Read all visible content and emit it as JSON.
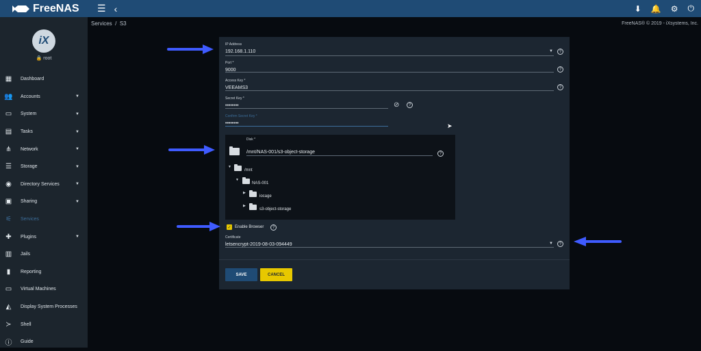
{
  "app": {
    "name": "FreeNAS",
    "copyright": "FreeNAS® © 2019 - iXsystems, Inc."
  },
  "user": {
    "brand": "iX",
    "name": "root"
  },
  "breadcrumb": {
    "parent": "Services",
    "sep": "/",
    "current": "S3"
  },
  "nav": [
    {
      "label": "Dashboard",
      "icon": "dashboard-icon",
      "caret": ""
    },
    {
      "label": "Accounts",
      "icon": "accounts-icon",
      "caret": "▼"
    },
    {
      "label": "System",
      "icon": "system-icon",
      "caret": "▼"
    },
    {
      "label": "Tasks",
      "icon": "tasks-icon",
      "caret": "▼"
    },
    {
      "label": "Network",
      "icon": "network-icon",
      "caret": "▼"
    },
    {
      "label": "Storage",
      "icon": "storage-icon",
      "caret": "▼"
    },
    {
      "label": "Directory Services",
      "icon": "directory-services-icon",
      "caret": "▼"
    },
    {
      "label": "Sharing",
      "icon": "sharing-icon",
      "caret": "▼"
    },
    {
      "label": "Services",
      "icon": "services-icon",
      "caret": ""
    },
    {
      "label": "Plugins",
      "icon": "plugins-icon",
      "caret": "▼"
    },
    {
      "label": "Jails",
      "icon": "jails-icon",
      "caret": ""
    },
    {
      "label": "Reporting",
      "icon": "reporting-icon",
      "caret": ""
    },
    {
      "label": "Virtual Machines",
      "icon": "virtual-machines-icon",
      "caret": ""
    },
    {
      "label": "Display System Processes",
      "icon": "processes-icon",
      "caret": ""
    },
    {
      "label": "Shell",
      "icon": "shell-icon",
      "caret": ""
    },
    {
      "label": "Guide",
      "icon": "guide-icon",
      "caret": ""
    }
  ],
  "form": {
    "ip": {
      "label": "IP Address",
      "value": "192.168.1.110"
    },
    "port": {
      "label": "Port *",
      "value": "9000"
    },
    "access_key": {
      "label": "Access Key *",
      "value": "VEEAMS3"
    },
    "secret_key": {
      "label": "Secret Key *",
      "value": "••••••••"
    },
    "confirm_key": {
      "label": "Confirm Secret Key *",
      "value": "••••••••"
    },
    "disk": {
      "label": "Disk *",
      "value": "/mnt/NAS-001/s3-object-storage"
    },
    "tree": {
      "root": "/mnt",
      "pool": "NAS-001",
      "child1": "iocage",
      "child2": "s3-object-storage"
    },
    "browser": {
      "label": "Enable Browser",
      "checked": "✓"
    },
    "certificate": {
      "label": "Certificate",
      "value": "letsencrypt-2019-08-03-094449"
    },
    "save_label": "SAVE",
    "cancel_label": "CANCEL"
  },
  "colors": {
    "topbar": "#1f4b75",
    "sidebar": "#1c252d",
    "card": "#1c2631",
    "accent": "#e7c800",
    "arrow": "#3f5bff"
  }
}
